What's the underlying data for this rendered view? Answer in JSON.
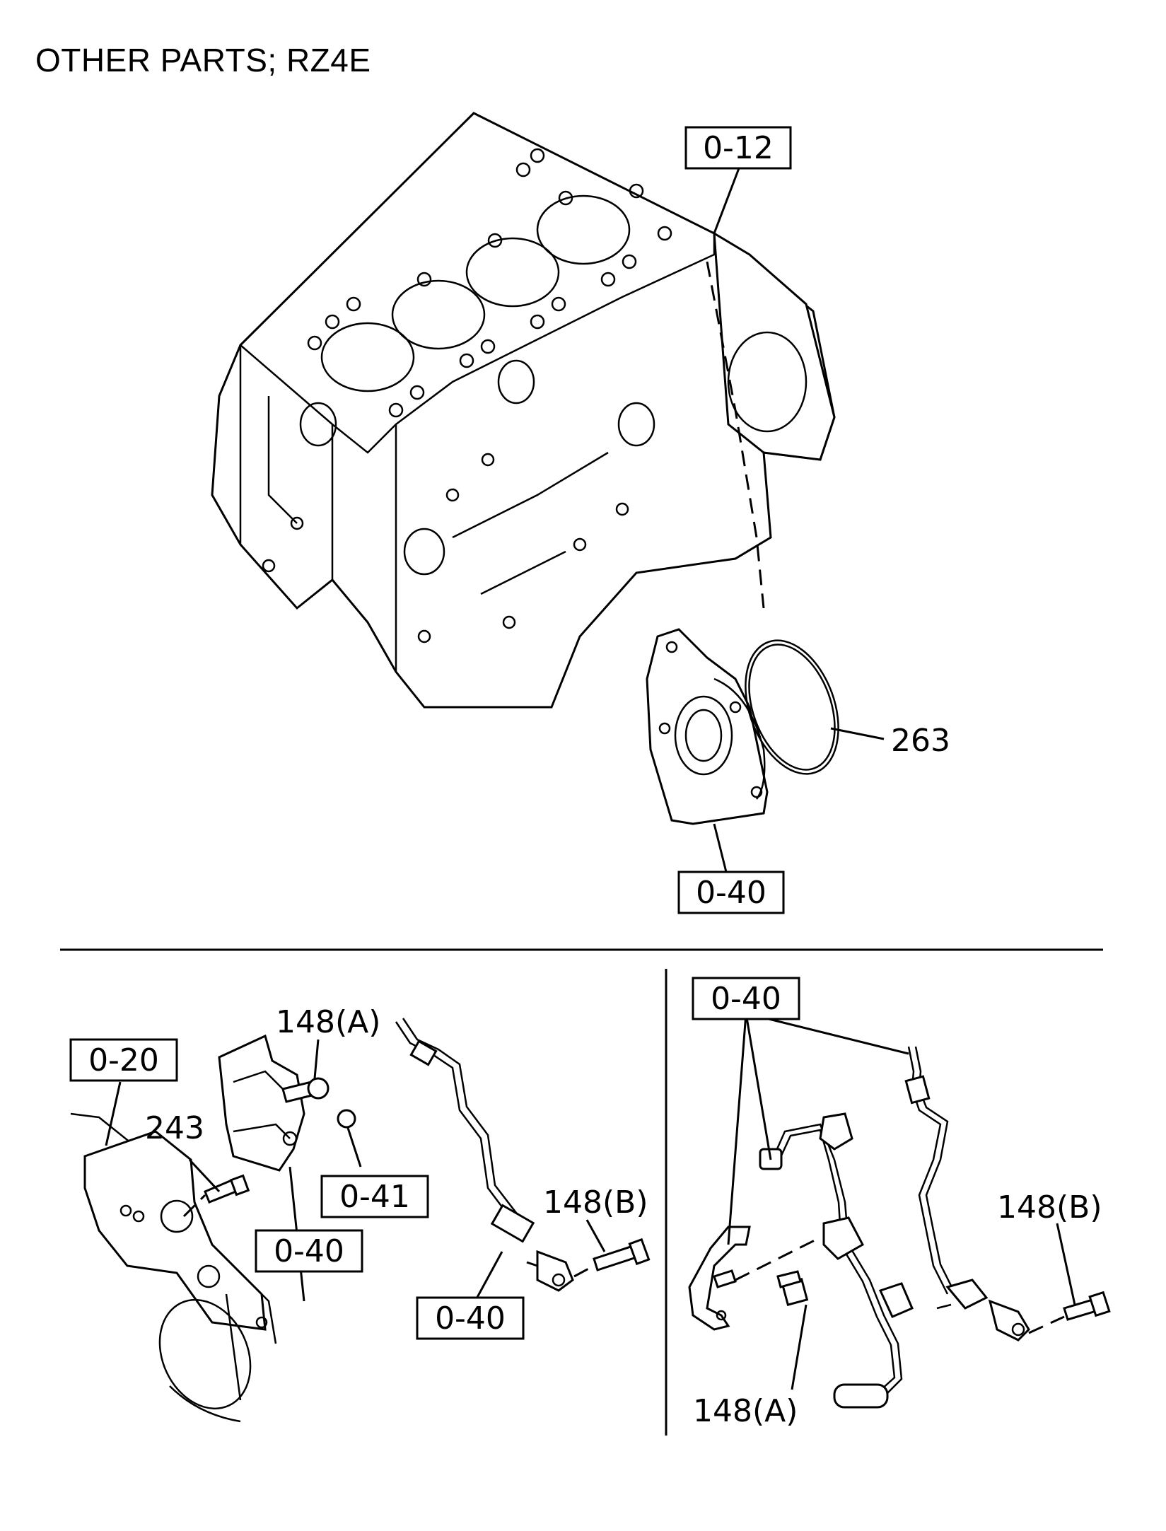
{
  "title": "OTHER PARTS; RZ4E",
  "refs": {
    "block_ref": "0-12",
    "oil_seal_ref": "0-40",
    "bracket_ref": "0-20",
    "sensor_ref_1": "0-40",
    "sensor_ref_2": "0-40",
    "connector_ref": "0-41",
    "harness_ref": "0-40"
  },
  "parts": {
    "o_ring": "263",
    "stud": "243",
    "bolt_a_left": "148(A)",
    "bolt_b_left": "148(B)",
    "bolt_b_right": "148(B)",
    "bolt_a_right": "148(A)"
  }
}
